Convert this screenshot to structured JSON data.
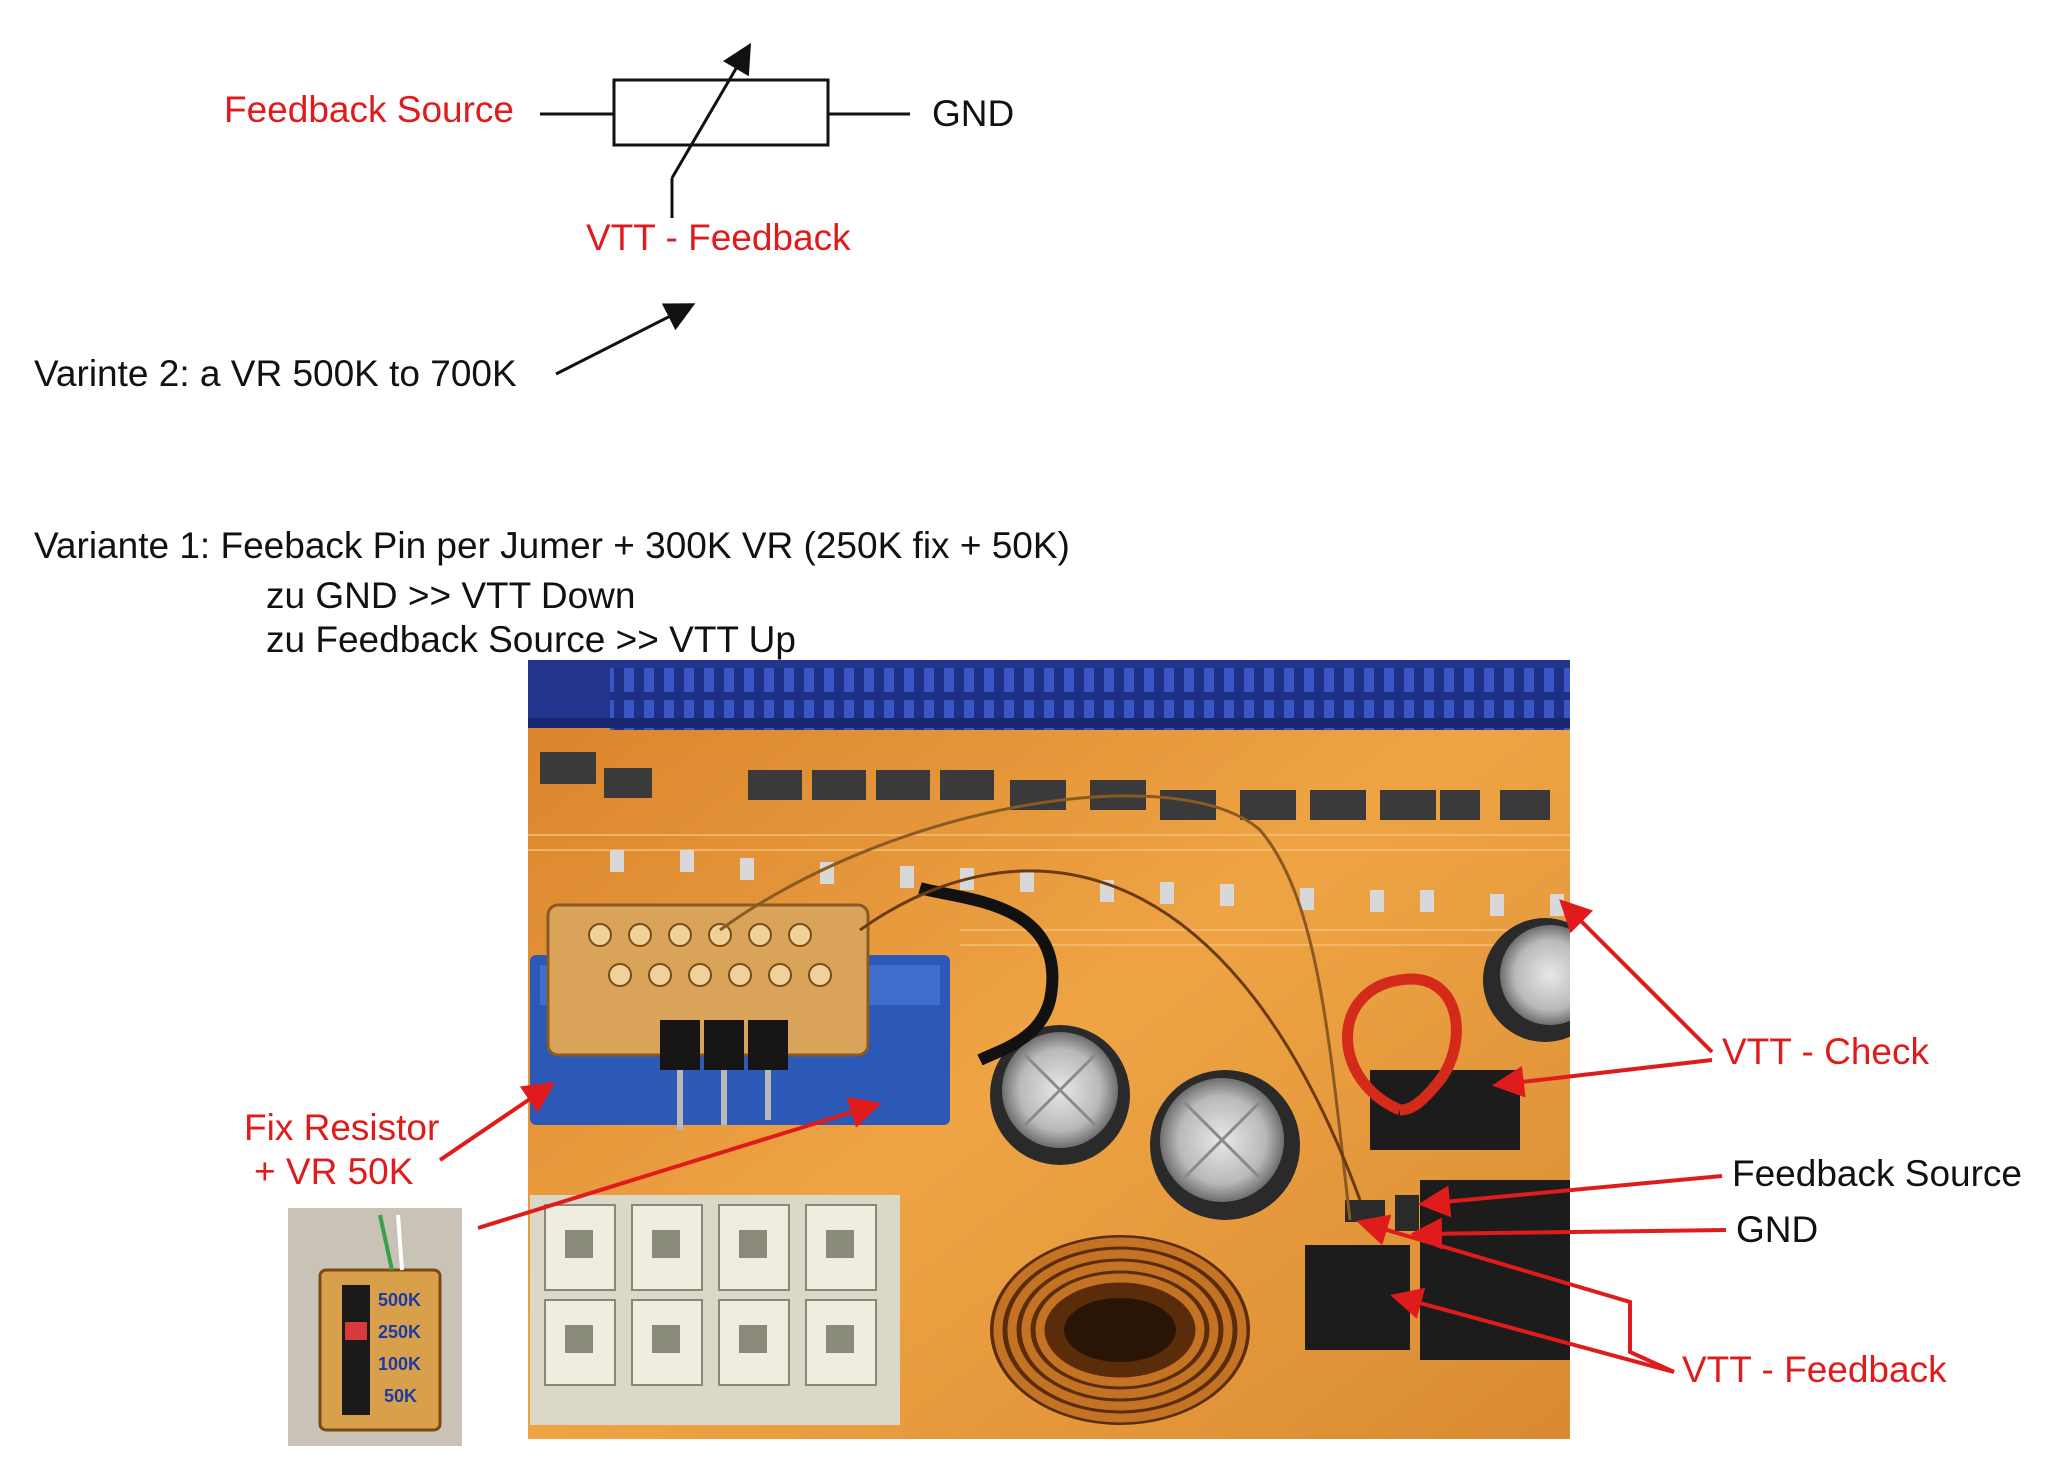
{
  "schematic": {
    "feedback_source_label": "Feedback Source",
    "gnd_label": "GND",
    "vtt_feedback_label": "VTT - Feedback"
  },
  "variant2_text": "Varinte 2: a VR 500K to 700K",
  "variant1": {
    "line1": "Variante 1: Feeback Pin per Jumer + 300K VR (250K fix + 50K)",
    "line2": "zu GND >> VTT Down",
    "line3": "zu Feedback Source >> VTT Up"
  },
  "photo_labels": {
    "fix_resistor_line1": "Fix Resistor",
    "fix_resistor_line2": "+ VR 50K",
    "vtt_check": "VTT - Check",
    "feedback_source": "Feedback Source",
    "gnd": "GND",
    "vtt_feedback": "VTT - Feedback"
  },
  "inset_labels": [
    "500K",
    "250K",
    "100K",
    "50K"
  ],
  "colors": {
    "annotation_red": "#e01b1b",
    "text_black": "#111111",
    "pcb_orange": "#e89a3a",
    "dimm_slot_blue": "#2a3f9e"
  }
}
